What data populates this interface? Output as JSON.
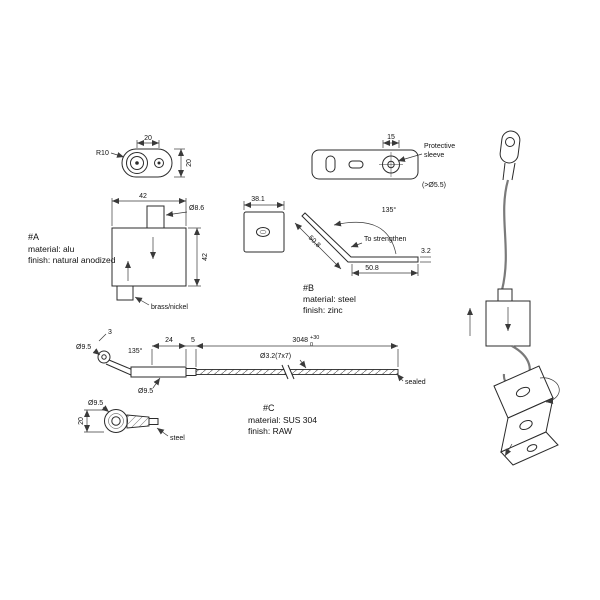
{
  "colors": {
    "line": "#2b2b2b",
    "dim": "#3a3a3a",
    "text": "#111111",
    "cable": "#7a7a7a",
    "background": "#ffffff"
  },
  "part_a": {
    "title": "#A",
    "material": "material: alu",
    "finish": "finish: natural anodized",
    "dims": {
      "top_width": "20",
      "radius": "R10",
      "top_height": "20",
      "body_width": "42",
      "boss_dia": "Ø8.6",
      "body_height": "42"
    },
    "notes": {
      "plating": "brass/nickel"
    }
  },
  "part_b": {
    "title": "#B",
    "material": "material: steel",
    "finish": "finish: zinc",
    "dims": {
      "hole_offset": "15",
      "plate_width": "38.1",
      "bend_angle": "135°",
      "leg_length": "50.8",
      "thickness": "3.2",
      "base_length": "50.8"
    },
    "notes": {
      "protective_1": "Protective",
      "protective_2": "sleeve",
      "sleeve_dia": "(>Ø5.5)",
      "strengthen": "To strengthen"
    }
  },
  "part_c": {
    "title": "#C",
    "material": "material: SUS 304",
    "finish": "finish: RAW",
    "dims": {
      "eye_thickness": "3",
      "eye_dia": "Ø9.5",
      "bend_angle": "135°",
      "terminal_length": "24",
      "step": "5",
      "cable_length": "3048",
      "cable_tol_upper": "+30",
      "cable_tol_lower": "0",
      "cable_dia": "Ø3.2(7x7)",
      "sleeve_dia": "Ø9.5",
      "eyelet_dia": "Ø9.5",
      "eyelet_width": "20"
    },
    "notes": {
      "sealed": "sealed",
      "steel": "steel"
    }
  }
}
